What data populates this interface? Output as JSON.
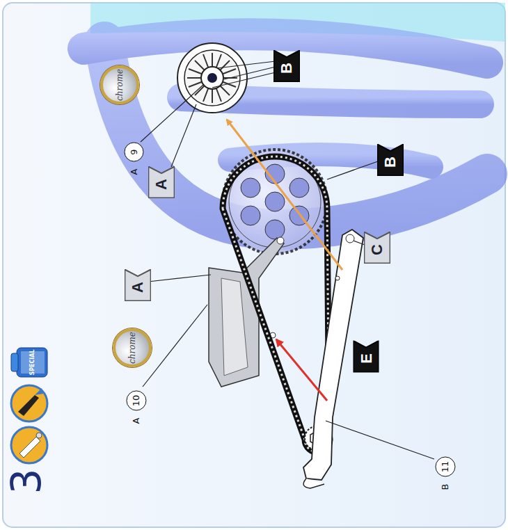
{
  "diagram": {
    "nodes": [
      {
        "text": [
          "chrome"
        ]
      },
      {
        "text": [
          "A",
          "10"
        ]
      },
      {
        "text": [
          "A"
        ]
      },
      {
        "text": [
          "chrome"
        ]
      },
      {
        "text": [
          "A",
          "9"
        ]
      },
      {
        "text": [
          "B"
        ]
      },
      {
        "text": [
          "A"
        ]
      },
      {
        "text": [
          "B"
        ]
      },
      {
        "text": [
          "C"
        ]
      },
      {
        "text": [
          "E"
        ]
      },
      {
        "text": [
          "B",
          "11"
        ]
      }
    ],
    "labels": [
      "3",
      "SPECIAL"
    ]
  }
}
